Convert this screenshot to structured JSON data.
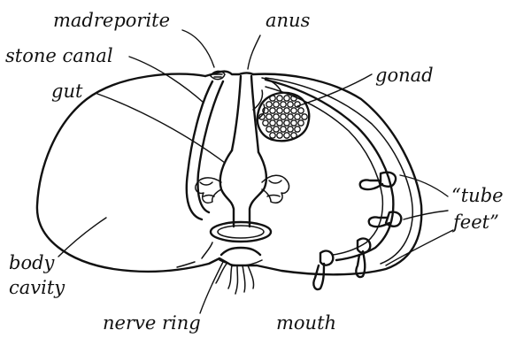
{
  "labels": {
    "madreporite": "madreporite",
    "anus": "anus",
    "stone_canal": "stone canal",
    "gonad": "gonad",
    "gut": "gut",
    "tube_feet_line1": "“tube",
    "tube_feet_line2": "feet”",
    "body_line1": "body",
    "body_line2": "cavity",
    "nerve_ring": "nerve ring",
    "mouth": "mouth"
  },
  "colors": {
    "ink": "#111111",
    "paper": "#ffffff"
  }
}
